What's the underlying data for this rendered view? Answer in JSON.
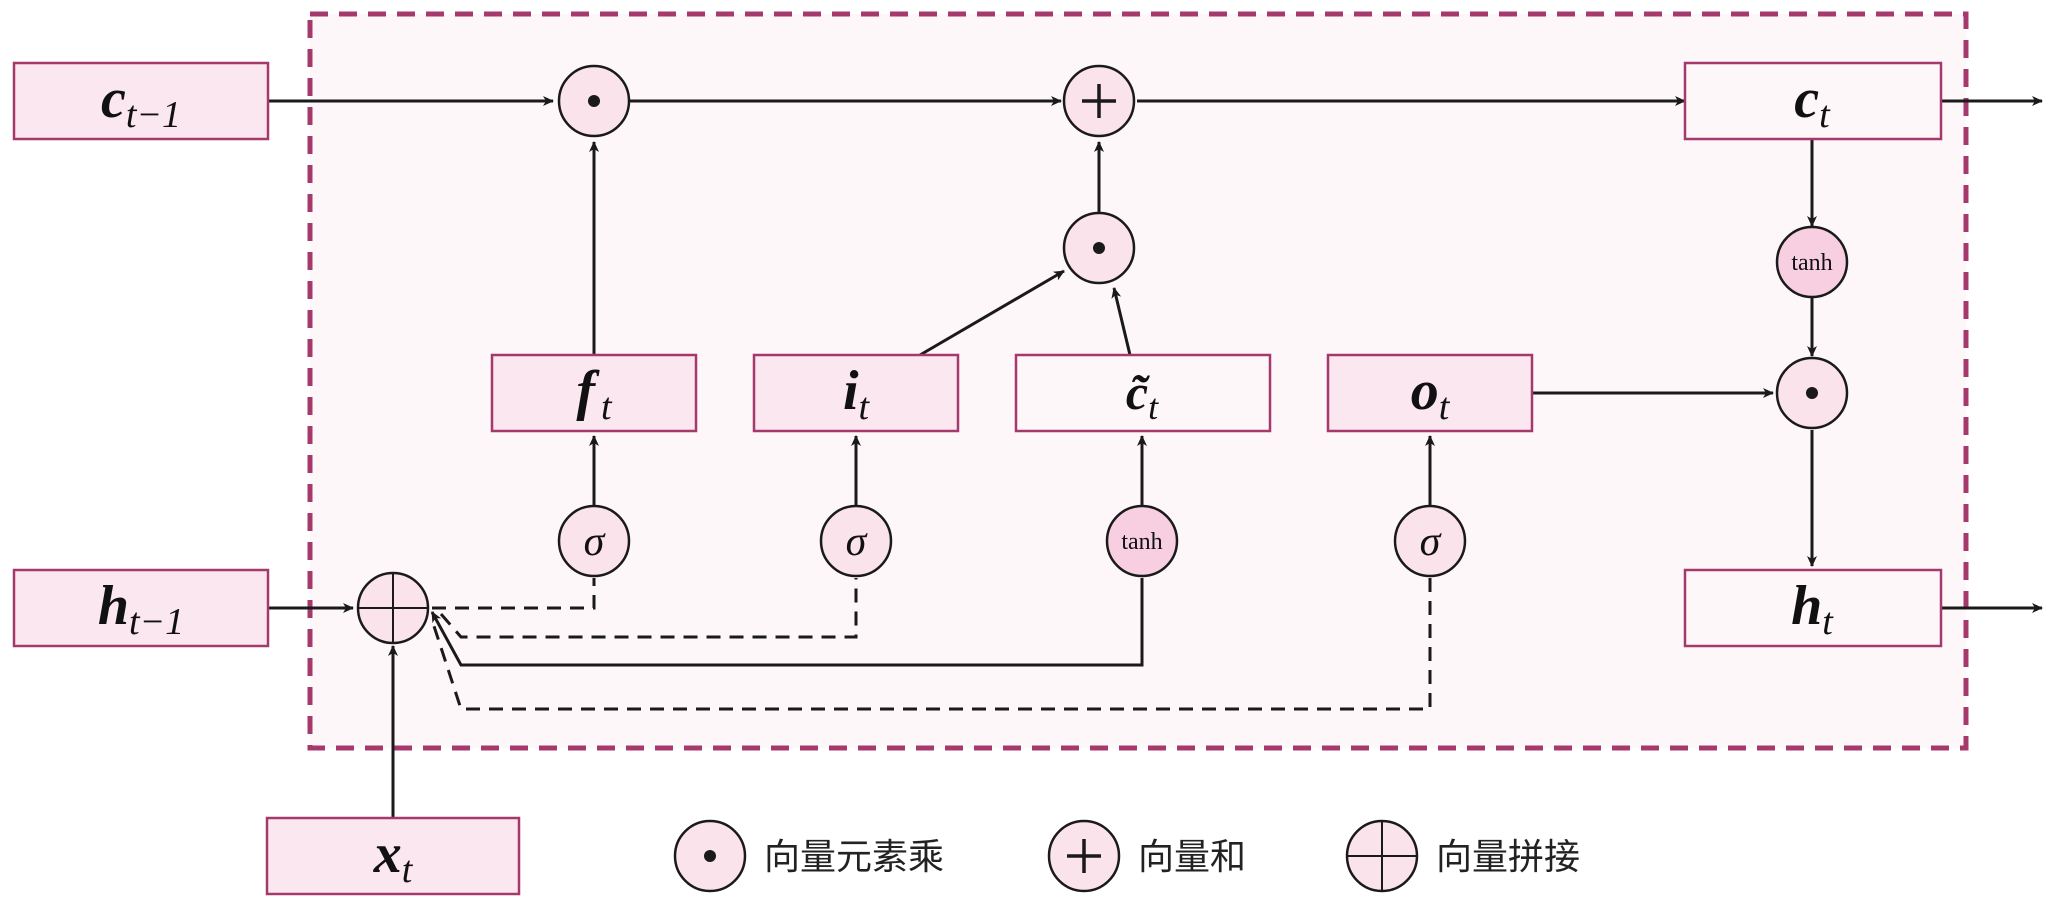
{
  "colors": {
    "frame": "#a6396c",
    "box_fill": "#fbe7ef",
    "box_stroke": "#a6396c",
    "node_fill": "#fbe3ec",
    "tanh_fill": "#f8cfe0",
    "line": "#1a1a1a",
    "inner_bg": "#fdf7fa"
  },
  "inputs": {
    "c_prev": {
      "main": "c",
      "sub": "t−1"
    },
    "h_prev": {
      "main": "h",
      "sub": "t−1"
    },
    "x": {
      "main": "x",
      "sub": "t"
    }
  },
  "outputs": {
    "c": {
      "main": "c",
      "sub": "t"
    },
    "h": {
      "main": "h",
      "sub": "t"
    }
  },
  "gates": {
    "f": {
      "main": "f",
      "sub": "t"
    },
    "i": {
      "main": "i",
      "sub": "t"
    },
    "c_tilde": {
      "main": "c̃",
      "sub": "t"
    },
    "o": {
      "main": "o",
      "sub": "t"
    }
  },
  "activations": {
    "sigma": "σ",
    "tanh": "tanh"
  },
  "legend": {
    "mult_label": "向量元素乘",
    "sum_label": "向量和",
    "concat_label": "向量拼接"
  }
}
